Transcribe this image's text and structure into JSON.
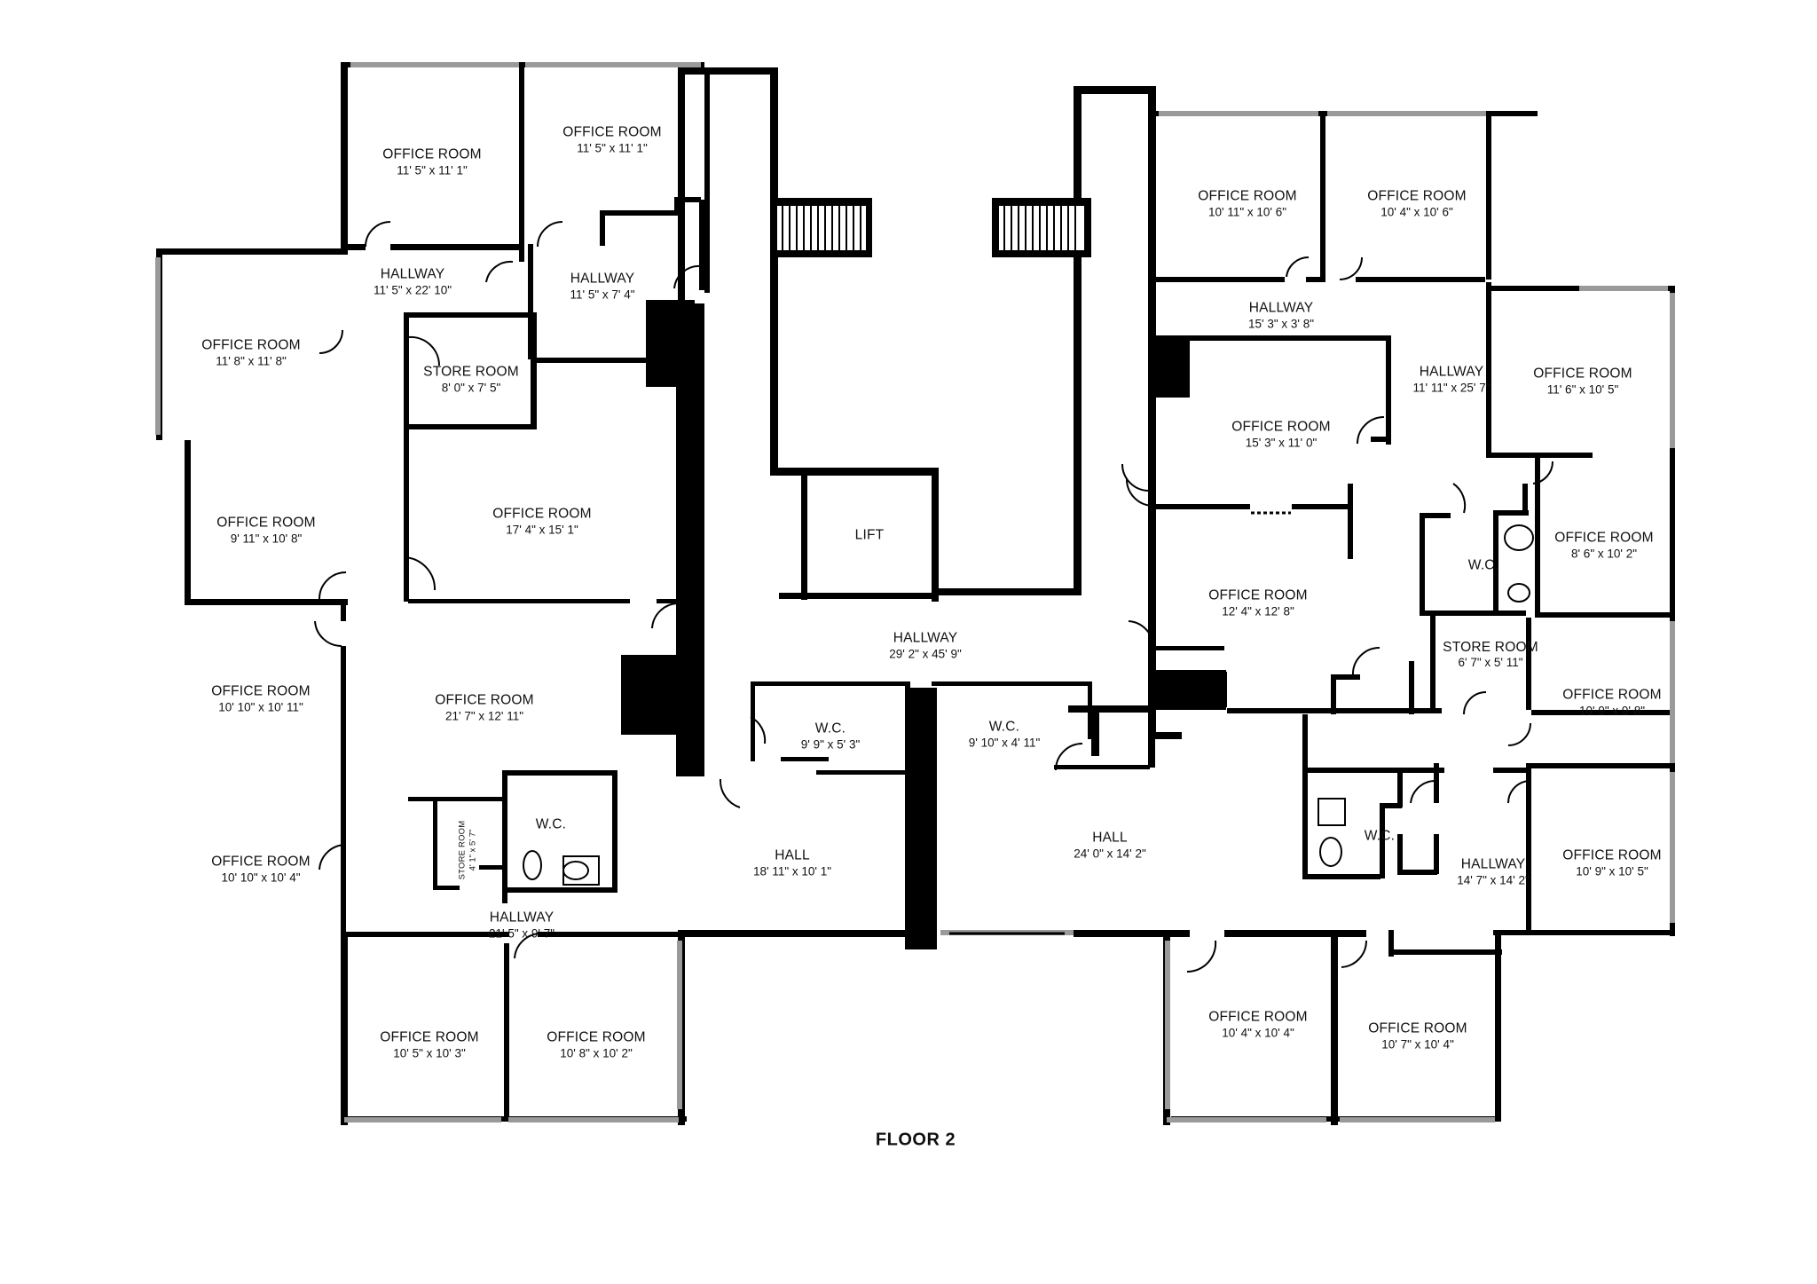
{
  "floor_title": "FLOOR 2",
  "rooms": [
    {
      "name": "OFFICE ROOM",
      "dims": "11' 5\" x 11' 1\""
    },
    {
      "name": "OFFICE ROOM",
      "dims": "11' 5\" x 11' 1\""
    },
    {
      "name": "HALLWAY",
      "dims": "11' 5\" x 22' 10\""
    },
    {
      "name": "HALLWAY",
      "dims": "11' 5\" x 7' 4\""
    },
    {
      "name": "OFFICE ROOM",
      "dims": "11' 8\" x 11' 8\""
    },
    {
      "name": "STORE ROOM",
      "dims": "8' 0\" x 7' 5\""
    },
    {
      "name": "OFFICE ROOM",
      "dims": "17' 4\" x 15' 1\""
    },
    {
      "name": "OFFICE ROOM",
      "dims": "9' 11\" x 10' 8\""
    },
    {
      "name": "LIFT",
      "dims": ""
    },
    {
      "name": "HALLWAY",
      "dims": "29' 2\" x 45' 9\""
    },
    {
      "name": "OFFICE ROOM",
      "dims": "21' 7\" x 12' 11\""
    },
    {
      "name": "OFFICE ROOM",
      "dims": "10' 10\" x 10' 11\""
    },
    {
      "name": "W.C.",
      "dims": "9' 9\" x 5' 3\""
    },
    {
      "name": "W.C.",
      "dims": "9' 10\" x 4' 11\""
    },
    {
      "name": "W.C.",
      "dims": ""
    },
    {
      "name": "STORE ROOM",
      "dims": "4' 1\" x 5' 7\""
    },
    {
      "name": "OFFICE ROOM",
      "dims": "10' 10\" x 10' 4\""
    },
    {
      "name": "HALL",
      "dims": "18' 11\" x 10' 1\""
    },
    {
      "name": "HALL",
      "dims": "24' 0\" x 14' 2\""
    },
    {
      "name": "HALLWAY",
      "dims": "21' 5\" x 9' 7\""
    },
    {
      "name": "OFFICE ROOM",
      "dims": "10' 5\" x 10' 3\""
    },
    {
      "name": "OFFICE ROOM",
      "dims": "10' 8\" x 10' 2\""
    },
    {
      "name": "OFFICE ROOM",
      "dims": "10' 11\" x 10' 6\""
    },
    {
      "name": "OFFICE ROOM",
      "dims": "10' 4\" x 10' 6\""
    },
    {
      "name": "HALLWAY",
      "dims": "15' 3\" x 3' 8\""
    },
    {
      "name": "HALLWAY",
      "dims": "11' 11\" x 25' 7\""
    },
    {
      "name": "OFFICE ROOM",
      "dims": "11' 6\" x 10' 5\""
    },
    {
      "name": "OFFICE ROOM",
      "dims": "15' 3\" x 11' 0\""
    },
    {
      "name": "W.C.",
      "dims": ""
    },
    {
      "name": "OFFICE ROOM",
      "dims": "8' 6\" x 10' 2\""
    },
    {
      "name": "OFFICE ROOM",
      "dims": "12' 4\" x 12' 8\""
    },
    {
      "name": "STORE ROOM",
      "dims": "6' 7\" x 5' 11\""
    },
    {
      "name": "OFFICE ROOM",
      "dims": "10' 9\" x 9' 8\""
    },
    {
      "name": "W.C.",
      "dims": ""
    },
    {
      "name": "HALLWAY",
      "dims": "14' 7\" x 14' 2\""
    },
    {
      "name": "OFFICE ROOM",
      "dims": "10' 9\" x 10' 5\""
    },
    {
      "name": "OFFICE ROOM",
      "dims": "10' 4\" x 10' 4\""
    },
    {
      "name": "OFFICE ROOM",
      "dims": "10' 7\" x 10' 4\""
    }
  ]
}
